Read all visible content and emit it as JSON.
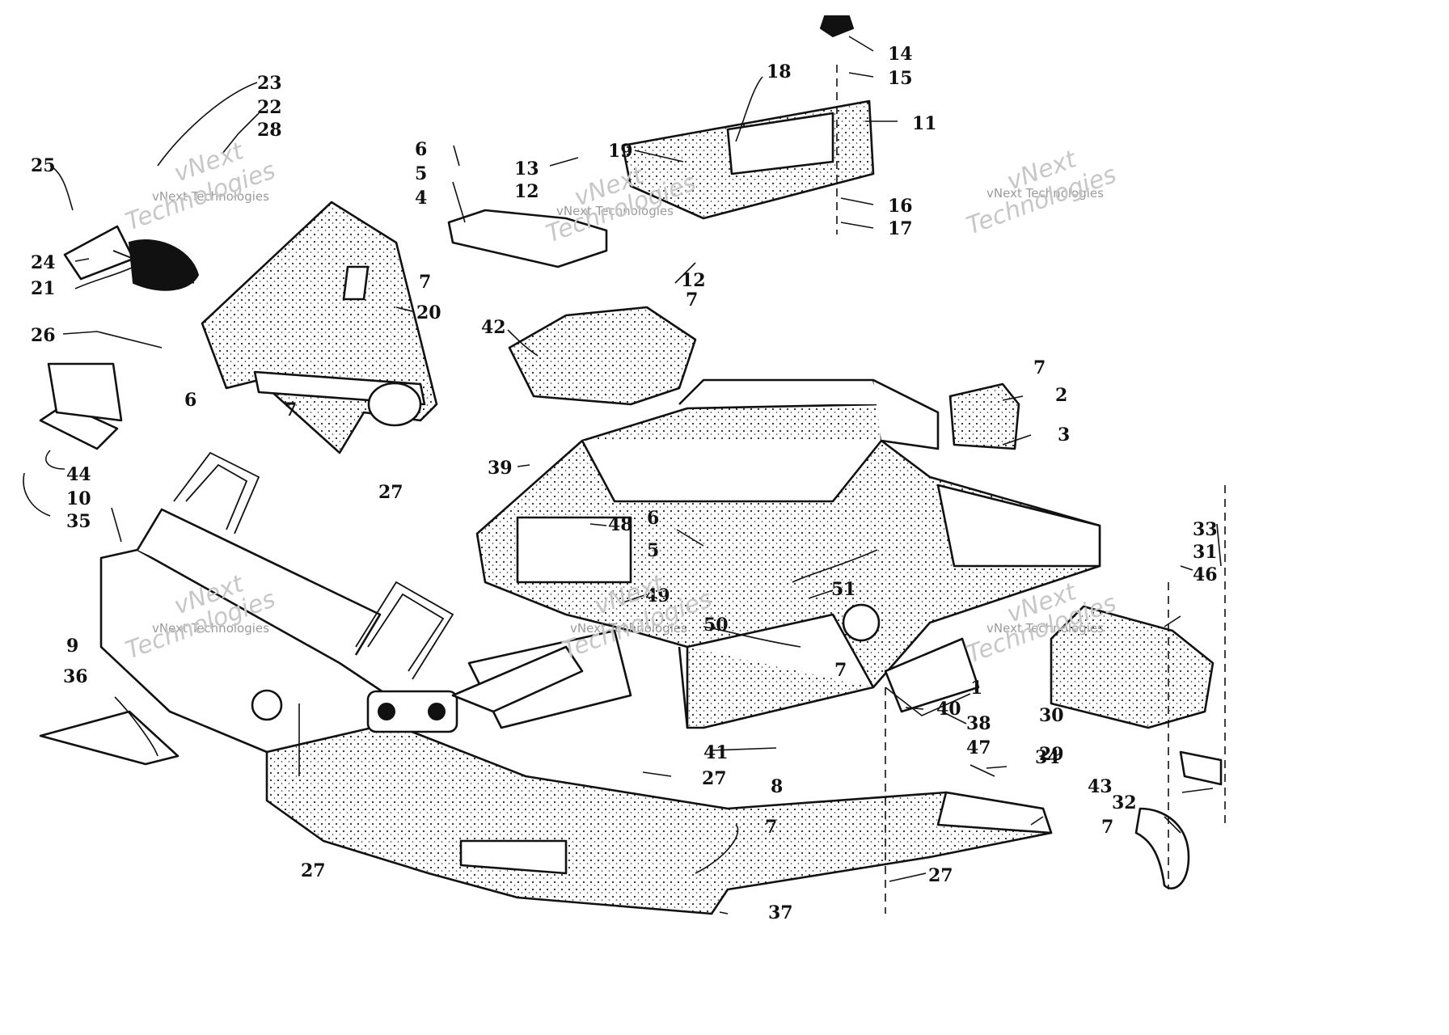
{
  "watermark": {
    "brand": "vNext",
    "name": "vNext Technologies",
    "word": "Technologies"
  },
  "callouts": [
    "1",
    "2",
    "3",
    "4",
    "5",
    "6",
    "7",
    "8",
    "9",
    "10",
    "11",
    "12",
    "13",
    "14",
    "15",
    "16",
    "17",
    "18",
    "19",
    "20",
    "21",
    "22",
    "23",
    "24",
    "25",
    "26",
    "27",
    "28",
    "29",
    "30",
    "31",
    "32",
    "33",
    "34",
    "35",
    "36",
    "37",
    "38",
    "39",
    "40",
    "41",
    "42",
    "43",
    "44",
    "46",
    "47",
    "48",
    "49",
    "50",
    "51"
  ]
}
